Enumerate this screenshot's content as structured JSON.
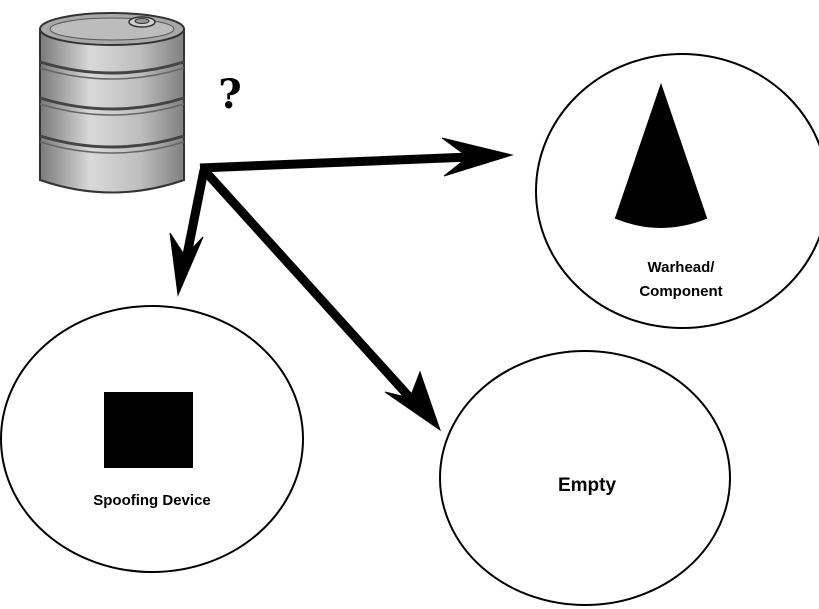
{
  "question_mark": "?",
  "nodes": {
    "warhead": {
      "label_line1": "Warhead/",
      "label_line2": "Component",
      "icon": "cone-icon"
    },
    "spoofing": {
      "label": "Spoofing Device",
      "icon": "square-icon"
    },
    "empty": {
      "label": "Empty"
    }
  },
  "source": {
    "icon": "drum-icon"
  },
  "colors": {
    "background": "#ffffff",
    "stroke": "#000000",
    "drum_fill": "#c8c8c8",
    "drum_shade": "#8f8f8f"
  }
}
